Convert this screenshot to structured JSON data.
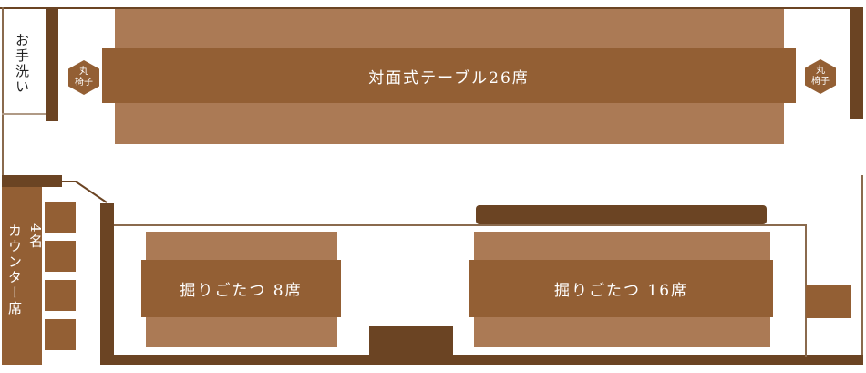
{
  "restroom": {
    "label": "お手洗い"
  },
  "main_table": {
    "label": "対面式テーブル26席"
  },
  "stool_left": {
    "line1": "丸",
    "line2": "椅子"
  },
  "stool_right": {
    "line1": "丸",
    "line2": "椅子"
  },
  "counter": {
    "line1": "4名",
    "line2": "カウンター席"
  },
  "kotatsu_8": {
    "label": "掘りごたつ 8席"
  },
  "kotatsu_16": {
    "label": "掘りごたつ 16席"
  },
  "colors": {
    "dark": "#6b4423",
    "medium": "#935f34",
    "light": "#ab7a55"
  }
}
